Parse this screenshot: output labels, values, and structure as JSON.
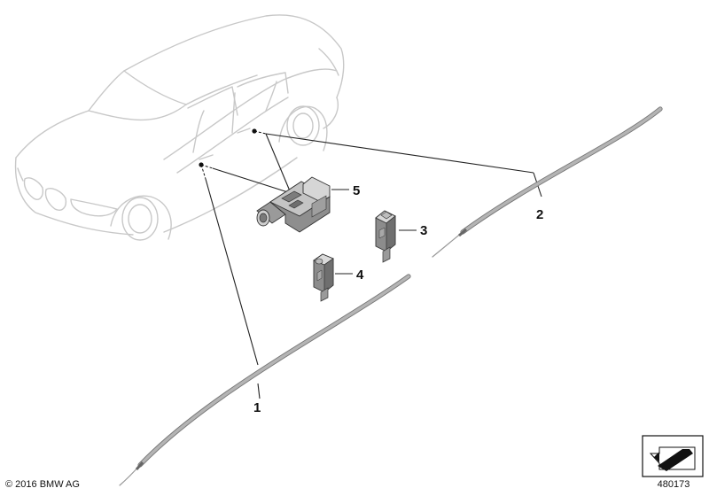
{
  "callouts": {
    "part1": "1",
    "part2": "2",
    "part3": "3",
    "part4": "4",
    "part5": "5"
  },
  "footer": {
    "copyright": "© 2016 BMW AG",
    "diagram_number": "480173"
  },
  "colors": {
    "car_outline": "#c8c8c8",
    "part_line": "#222222",
    "cable_fill": "#a8a8a8",
    "part_shade": "#8a8a8a"
  },
  "icons": {
    "corner": "page-corner-arrow-icon"
  }
}
